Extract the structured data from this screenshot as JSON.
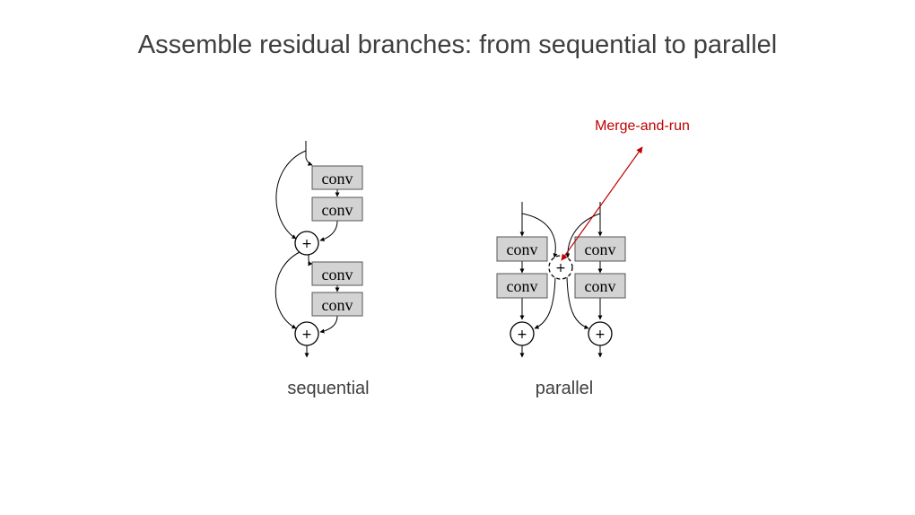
{
  "title": "Assemble residual branches: from sequential to parallel",
  "sequential": {
    "caption": "sequential",
    "block1": {
      "conv1": "conv",
      "conv2": "conv",
      "add": "+"
    },
    "block2": {
      "conv1": "conv",
      "conv2": "conv",
      "add": "+"
    }
  },
  "parallel": {
    "caption": "parallel",
    "left": {
      "conv1": "conv",
      "conv2": "conv",
      "add": "+"
    },
    "right": {
      "conv1": "conv",
      "conv2": "conv",
      "add": "+"
    },
    "merge": "+"
  },
  "annotation": {
    "label": "Merge-and-run",
    "color": "#c00000"
  }
}
